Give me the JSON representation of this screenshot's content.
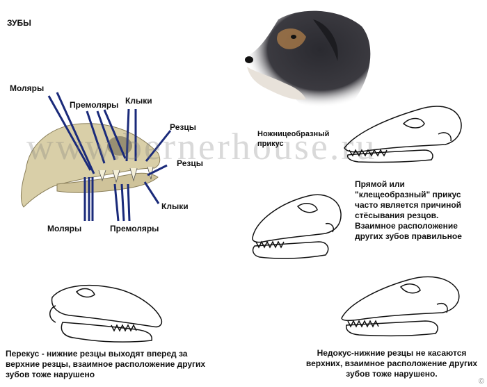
{
  "title": "ЗУБЫ",
  "skull_labels": {
    "molars_top": "Моляры",
    "premolars_top": "Премоляры",
    "canines_top": "Клыки",
    "incisors_top": "Резцы",
    "incisors_right": "Резцы",
    "canines_bottom": "Клыки",
    "molars_bottom": "Моляры",
    "premolars_bottom": "Премоляры"
  },
  "watermark": "www.bernerhouse.ru",
  "bites": {
    "scissor": "Ножницеобразный прикус",
    "level": "Прямой или \"клещеобразный\" прикус часто является причиной стёсывания резцов. Взаимное расположение других зубов правильное",
    "overshot": "Перекус - нижние резцы выходят вперед за верхние резцы, взаимное расположение других зубов тоже нарушено",
    "undershot": "Недокус-нижние резцы не касаются верхних, взаимное расположение других зубов тоже нарушено."
  },
  "copyright": "©",
  "colors": {
    "pointer_lines": "#1a2a7a",
    "bone": "#d9cfa8",
    "outline": "#111111"
  }
}
